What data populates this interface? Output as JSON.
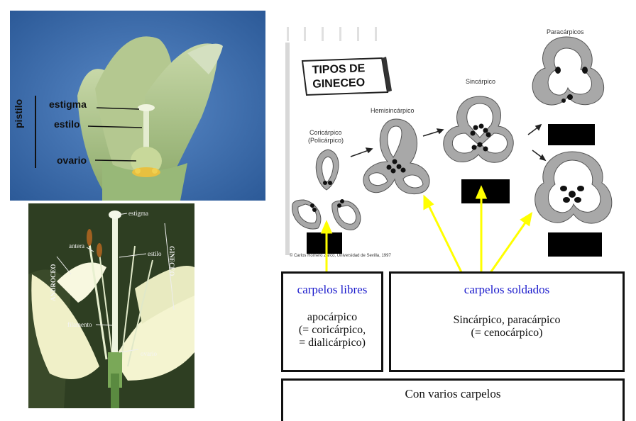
{
  "photo1": {
    "labels": {
      "estigma": "estigma",
      "estilo": "estilo",
      "ovario": "ovario",
      "pistilo": "pistilo"
    }
  },
  "photo2": {
    "labels": {
      "estigma": "estigma",
      "antera": "antera",
      "estilo": "estilo",
      "androceo": "ANDROCEO",
      "gineceo": "GINECEO",
      "filamento": "filamento",
      "ovario": "ovario"
    }
  },
  "diagram": {
    "title_line1": "TIPOS DE",
    "title_line2": "GINECEO",
    "labels": {
      "coricarpico": "Coricárpico",
      "policarpico": "(Policárpico)",
      "hemisincarpico": "Hemisincárpico",
      "sincarpico": "Sincárpico",
      "paracarpicos": "Paracárpicos"
    },
    "credit": "© Carlos Romero Zarco, Universidad de Sevilla, 1997"
  },
  "boxes": {
    "libres": {
      "title": "carpelos libres",
      "line1": "apocárpico",
      "line2": "(= coricárpico,",
      "line3": "= dialicárpico)"
    },
    "soldados": {
      "title": "carpelos soldados",
      "line1": "Sincárpico, paracárpico",
      "line2": "(= cenocárpico)"
    },
    "varios": {
      "text": "Con varios carpelos"
    }
  },
  "colors": {
    "title_blue": "#1a1acc",
    "arrow_yellow": "#ffff00",
    "photo1_bg": "#3a6aa8",
    "petal_green": "#a8c48a",
    "photo2_bg": "#2a3a20",
    "carpel_gray": "#a8a8a8"
  }
}
